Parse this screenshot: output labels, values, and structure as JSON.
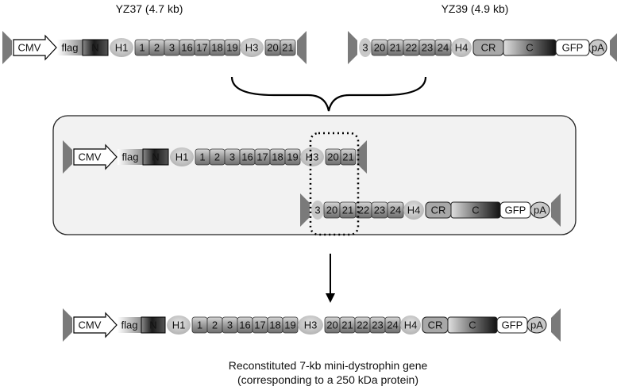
{
  "top_labels": {
    "left": "YZ37 (4.7 kb)",
    "right": "YZ39 (4.9 kb)"
  },
  "constructs": {
    "yz37": [
      "CMV",
      "flag",
      "N",
      "H1",
      "1",
      "2",
      "3",
      "16",
      "17",
      "18",
      "19",
      "H3",
      "20",
      "21"
    ],
    "yz39": [
      "3",
      "20",
      "21",
      "22",
      "23",
      "24",
      "H4",
      "CR",
      "C",
      "GFP",
      "pA"
    ],
    "box_upper": [
      "CMV",
      "flag",
      "N",
      "H1",
      "1",
      "2",
      "3",
      "16",
      "17",
      "18",
      "19",
      "H3",
      "20",
      "21"
    ],
    "box_lower": [
      "3",
      "20",
      "21",
      "22",
      "23",
      "24",
      "H4",
      "CR",
      "C",
      "GFP",
      "pA"
    ],
    "final": [
      "CMV",
      "flag",
      "N",
      "H1",
      "1",
      "2",
      "3",
      "16",
      "17",
      "18",
      "19",
      "H3",
      "20",
      "21",
      "22",
      "23",
      "24",
      "H4",
      "CR",
      "C",
      "GFP",
      "pA"
    ]
  },
  "caption": {
    "line1": "Reconstituted 7-kb mini-dystrophin gene",
    "line2": "(corresponding to a 250 kDa protein)"
  },
  "colors": {
    "itr": "#7a7a7a",
    "exon": "#9a9a9a",
    "box_bg": "#f2f2f2",
    "hinge": "#c8c8c8"
  }
}
